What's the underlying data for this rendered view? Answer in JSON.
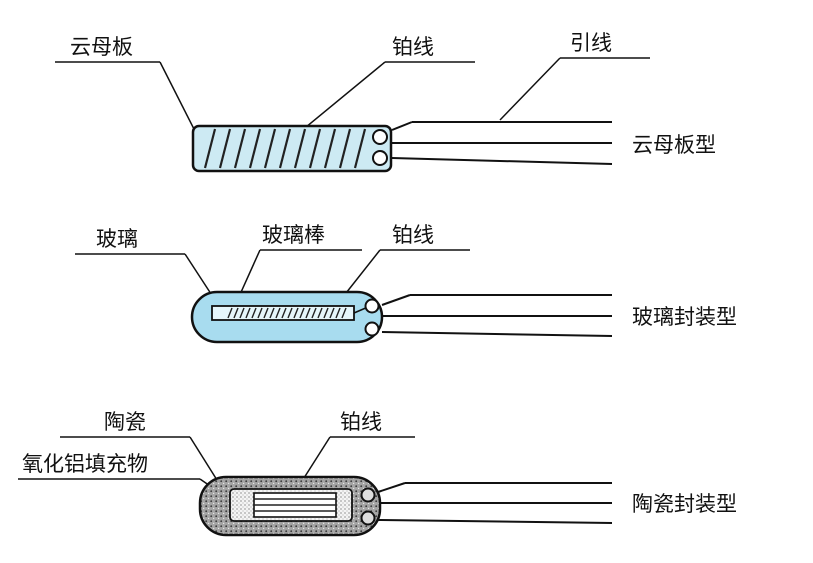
{
  "sections": [
    {
      "type_label": "云母板型",
      "labels": [
        "云母板",
        "铂线",
        "引线"
      ]
    },
    {
      "type_label": "玻璃封装型",
      "labels": [
        "玻璃",
        "玻璃棒",
        "铂线"
      ]
    },
    {
      "type_label": "陶瓷封装型",
      "labels": [
        "陶瓷",
        "氧化铝填充物",
        "铂线"
      ]
    }
  ],
  "colors": {
    "mica_fill": "#cdeaf3",
    "glass_fill": "#a8dcef",
    "ceramic_fill": "#9a9a9a",
    "line": "#111111"
  }
}
